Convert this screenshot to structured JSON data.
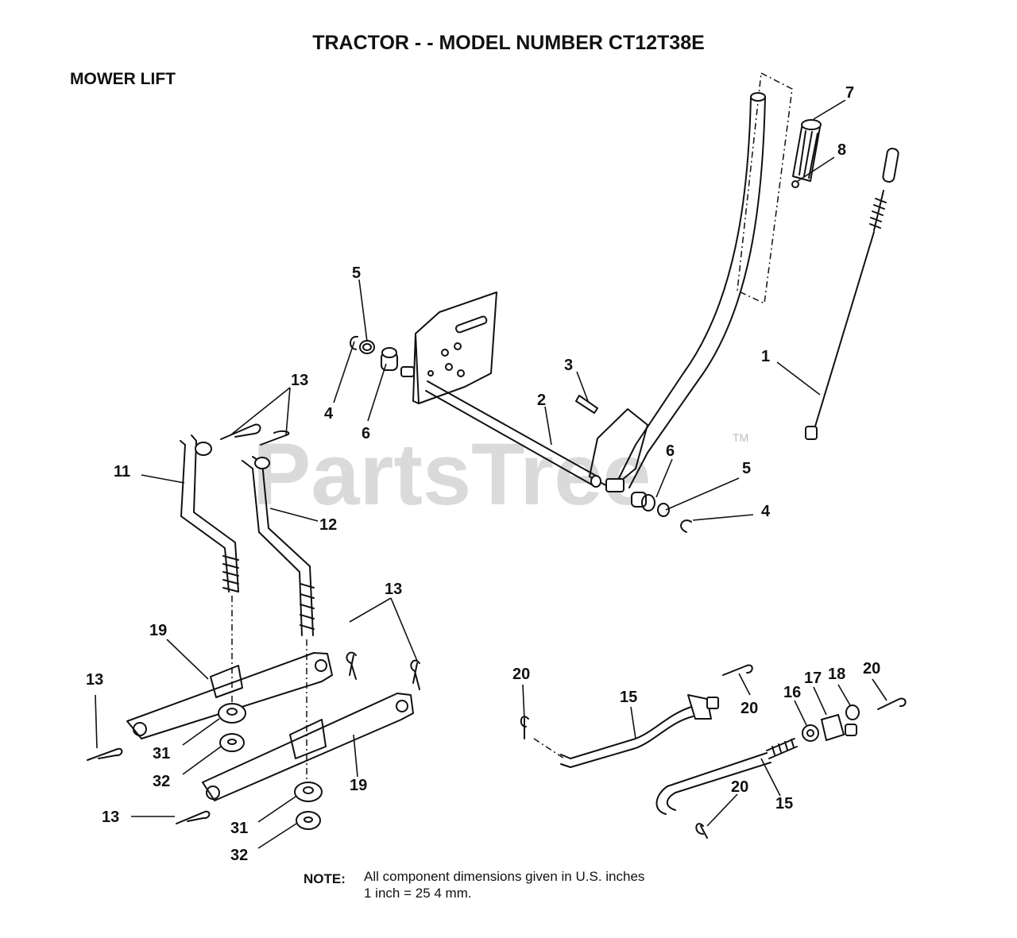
{
  "header": {
    "title": "TRACTOR - - MODEL NUMBER CT12T38E",
    "subtitle": "MOWER LIFT"
  },
  "watermark": {
    "text": "PartsTree",
    "trademark": "TM"
  },
  "callouts": [
    {
      "id": "c7",
      "label": "7"
    },
    {
      "id": "c8",
      "label": "8"
    },
    {
      "id": "c1",
      "label": "1"
    },
    {
      "id": "c5a",
      "label": "5"
    },
    {
      "id": "c4a",
      "label": "4"
    },
    {
      "id": "c6a",
      "label": "6"
    },
    {
      "id": "c3",
      "label": "3"
    },
    {
      "id": "c2",
      "label": "2"
    },
    {
      "id": "c13a",
      "label": "13"
    },
    {
      "id": "c11",
      "label": "11"
    },
    {
      "id": "c12",
      "label": "12"
    },
    {
      "id": "c6b",
      "label": "6"
    },
    {
      "id": "c5b",
      "label": "5"
    },
    {
      "id": "c4b",
      "label": "4"
    },
    {
      "id": "c13b",
      "label": "13"
    },
    {
      "id": "c19a",
      "label": "19"
    },
    {
      "id": "c13c",
      "label": "13"
    },
    {
      "id": "c31a",
      "label": "31"
    },
    {
      "id": "c32a",
      "label": "32"
    },
    {
      "id": "c19b",
      "label": "19"
    },
    {
      "id": "c13d",
      "label": "13"
    },
    {
      "id": "c31b",
      "label": "31"
    },
    {
      "id": "c32b",
      "label": "32"
    },
    {
      "id": "c20a",
      "label": "20"
    },
    {
      "id": "c15a",
      "label": "15"
    },
    {
      "id": "c20b",
      "label": "20"
    },
    {
      "id": "c16",
      "label": "16"
    },
    {
      "id": "c17",
      "label": "17"
    },
    {
      "id": "c18",
      "label": "18"
    },
    {
      "id": "c20c",
      "label": "20"
    },
    {
      "id": "c20d",
      "label": "20"
    },
    {
      "id": "c15b",
      "label": "15"
    }
  ],
  "note": {
    "label": "NOTE:",
    "line1": "All component dimensions given in U.S. inches",
    "line2": "1 inch = 25 4 mm."
  }
}
